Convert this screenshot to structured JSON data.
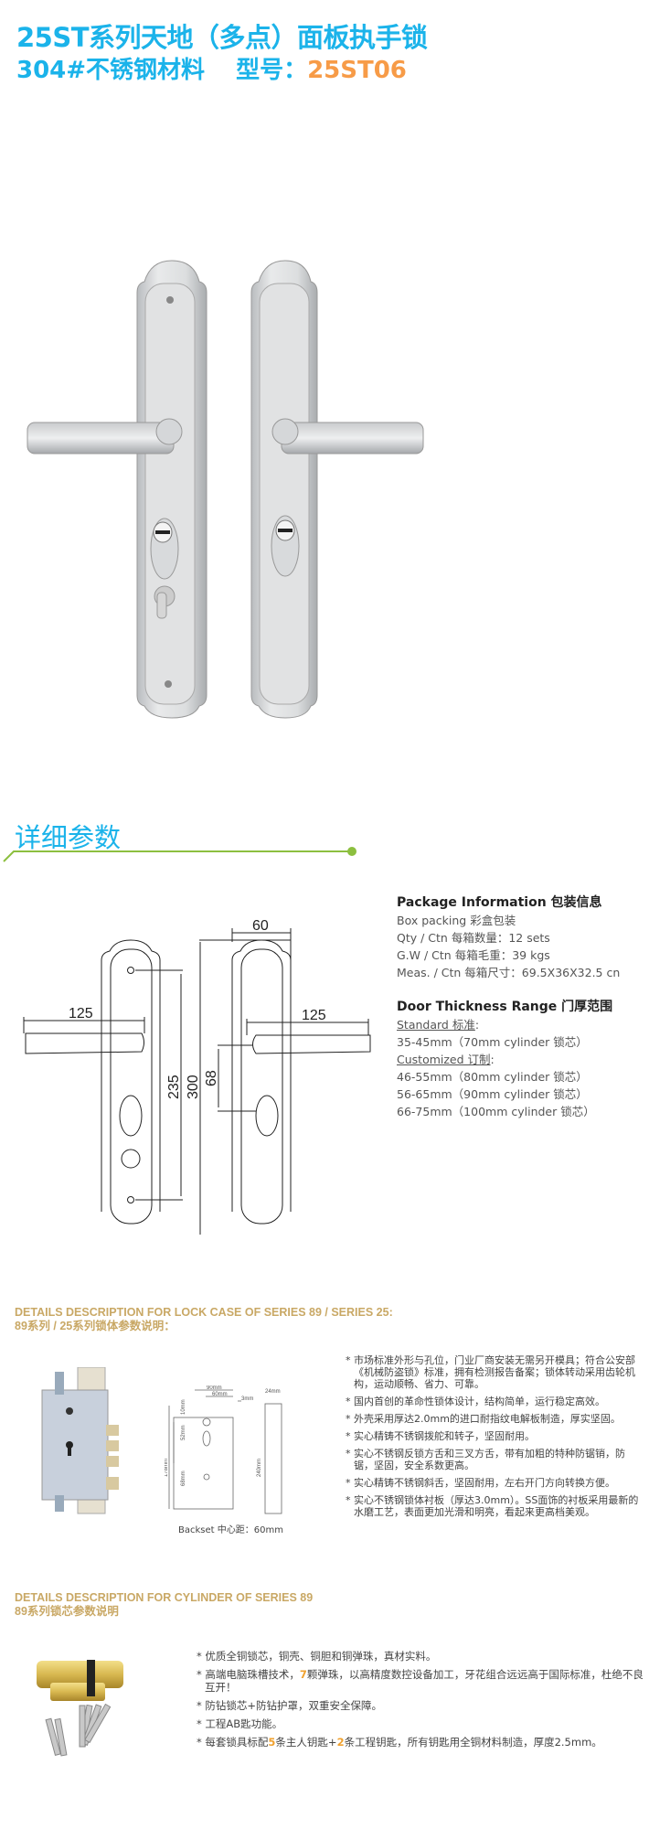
{
  "header": {
    "title": "25ST系列天地（多点）面板执手锁",
    "material": "304#不锈钢材料",
    "model_label": "型号：",
    "model_value": "25ST06"
  },
  "section_title": "详细参数",
  "dimensions": {
    "handle_length": "125",
    "plate_width": "60",
    "screw_spacing": "235",
    "plate_height": "300",
    "handle_to_cylinder": "68"
  },
  "package": {
    "heading": "Package  Information 包装信息",
    "lines": [
      "Box packing 彩盒包装",
      "Qty / Ctn 每箱数量：12 sets",
      "G.W / Ctn 每箱毛重：39 kgs",
      "Meas. / Ctn 每箱尺寸：69.5X36X32.5 cn"
    ]
  },
  "door_thickness": {
    "heading": "Door Thickness Range 门厚范围",
    "standard_label": "Standard 标准",
    "standard": "35-45mm（70mm cylinder 锁芯）",
    "customized_label": "Customized 订制",
    "customized": [
      "46-55mm（80mm cylinder 锁芯）",
      "56-65mm（90mm cylinder 锁芯）",
      "66-75mm（100mm cylinder 锁芯）"
    ]
  },
  "lock_case": {
    "heading_en": "DETAILS DESCRIPTION FOR LOCK CASE OF SERIES 89 / SERIES 25:",
    "heading_cn": "89系列 / 25系列锁体参数说明：",
    "drawing_labels": {
      "w90": "90mm",
      "w60": "60mm",
      "w3": "3mm",
      "w24": "24mm",
      "h10": "10mm",
      "h52": "52mm",
      "h68": "68mm",
      "h178": "178mm",
      "h240": "240mm"
    },
    "backset": "Backset 中心距：60mm",
    "points": [
      "* 市场标准外形与孔位，门业厂商安装无需另开模具；符合公安部《机械防盗锁》标准，拥有检测报告备案；锁体转动采用齿轮机构，运动顺畅、省力、可靠。",
      "* 国内首创的革命性锁体设计，结构简单，运行稳定高效。",
      "* 外壳采用厚达2.0mm的进口耐指纹电解板制造，厚实坚固。",
      "* 实心精铸不锈钢拨舵和转子，坚固耐用。",
      "* 实心不锈钢反锁方舌和三叉方舌，带有加粗的特种防锯销，防锯，坚固，安全系数更高。",
      "* 实心精铸不锈钢斜舌，坚固耐用，左右开门方向转换方便。",
      "* 实心不锈钢锁体衬板（厚达3.0mm）。SS面饰的衬板采用最新的水磨工艺，表面更加光滑和明亮，看起来更高档美观。"
    ]
  },
  "cylinder": {
    "heading_en": "DETAILS DESCRIPTION FOR CYLINDER OF SERIES 89",
    "heading_cn": "89系列锁芯参数说明",
    "p1": "* 优质全铜锁芯，铜壳、铜胆和铜弹珠，真材实料。",
    "p2a": "* 高端电脑珠槽技术，",
    "p2n": "7",
    "p2b": "颗弹珠，以高精度数控设备加工，牙花组合远远高于国际标准，杜绝不良互开！",
    "p3": "* 防钻锁芯+防钻护罩，双重安全保障。",
    "p4": "* 工程AB匙功能。",
    "p5a": "* 每套锁具标配",
    "p5n1": "5",
    "p5b": "条主人钥匙+",
    "p5n2": "2",
    "p5c": "条工程钥匙，所有钥匙用全铜材料制造，厚度2.5mm。"
  },
  "colors": {
    "title": "#1bb3ea",
    "model": "#f79b47",
    "accent_line": "#8cbf3f",
    "gold": "#c9a865"
  }
}
